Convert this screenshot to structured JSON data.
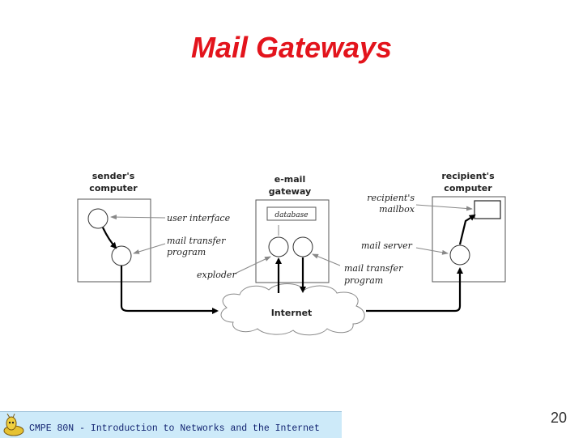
{
  "slide": {
    "title": "Mail Gateways",
    "page_number": "20"
  },
  "footer": {
    "course_text": "CMPE 80N - Introduction to Networks and the Internet"
  },
  "diagram": {
    "sender": {
      "label_line1": "sender's",
      "label_line2": "computer"
    },
    "gateway": {
      "label_line1": "e-mail",
      "label_line2": "gateway",
      "database_label": "database"
    },
    "recipient": {
      "label_line1": "recipient's",
      "label_line2": "computer"
    },
    "annotations": {
      "user_interface": "user interface",
      "mail_transfer_program_left_1": "mail transfer",
      "mail_transfer_program_left_2": "program",
      "exploder": "exploder",
      "recipients_mailbox_1": "recipient's",
      "recipients_mailbox_2": "mailbox",
      "mail_server": "mail server",
      "mail_transfer_program_right_1": "mail transfer",
      "mail_transfer_program_right_2": "program"
    },
    "internet_label": "Internet"
  }
}
